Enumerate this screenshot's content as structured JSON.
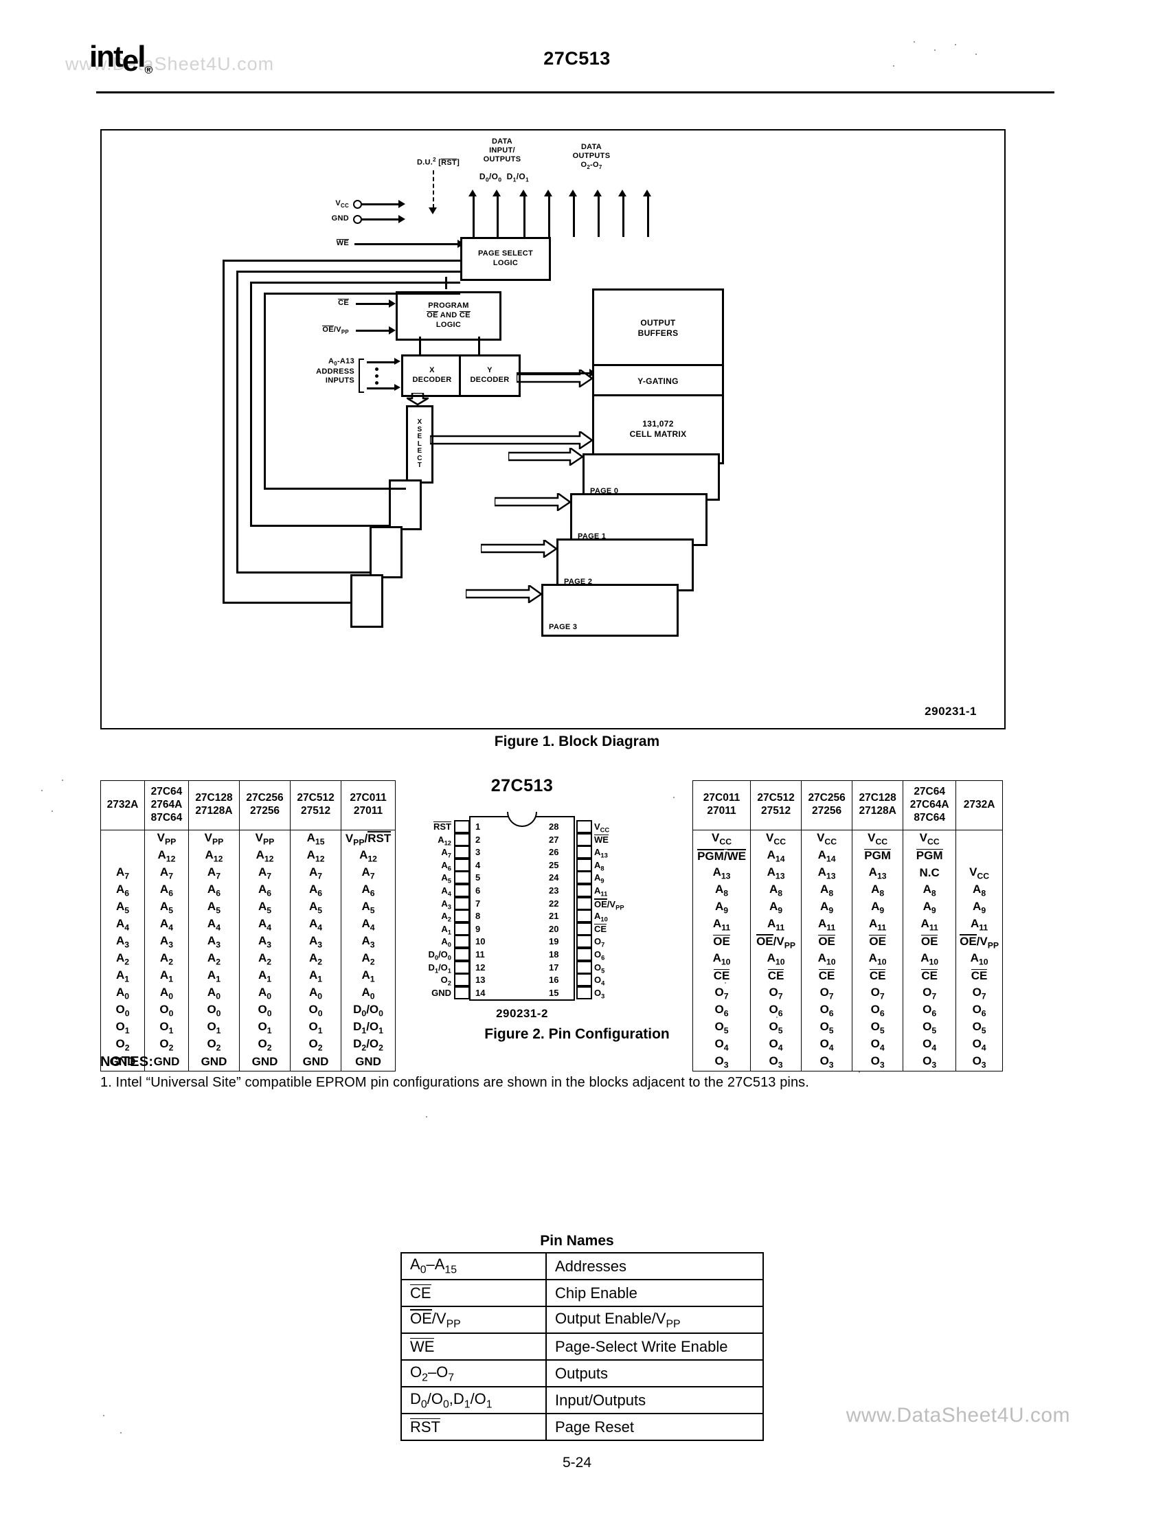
{
  "header": {
    "logo": "intel",
    "logo_mark": "®",
    "title": "27C513",
    "watermark": "www.DataSheet4U.com"
  },
  "figure1": {
    "caption": "Figure 1. Block Diagram",
    "drawing_id": "290231-1",
    "labels": {
      "vcc": "V",
      "vcc_sub": "CC",
      "gnd": "GND",
      "we": "WE",
      "du": "D.U.",
      "du_sup": "2",
      "du_rst": "[RST]",
      "data_io": "DATA\nINPUT/\nOUTPUTS",
      "data_io_l1": "DATA",
      "data_io_l2": "INPUT/",
      "data_io_l3": "OUTPUTS",
      "data_io_pins_a": "D",
      "data_io_pins": "D0/O0  D1/O1",
      "data_out_l1": "DATA",
      "data_out_l2": "OUTPUTS",
      "data_out_l3": "O2-O7",
      "ce": "CE",
      "oe_vpp": "OE/V",
      "oe_vpp_sub": "PP",
      "addr_l1": "A0-A13",
      "addr_l2": "ADDRESS",
      "addr_l3": "INPUTS"
    },
    "blocks": {
      "page_select_logic_l1": "PAGE SELECT",
      "page_select_logic_l2": "LOGIC",
      "program_logic_l1": "PROGRAM",
      "program_logic_l2": "OE AND CE",
      "program_logic_l3": "LOGIC",
      "x_decoder_l1": "X",
      "x_decoder_l2": "DECODER",
      "y_decoder_l1": "Y",
      "y_decoder_l2": "DECODER",
      "output_buffers_l1": "OUTPUT",
      "output_buffers_l2": "BUFFERS",
      "y_gating": "Y-GATING",
      "cell_matrix_l1": "131,072",
      "cell_matrix_l2": "CELL MATRIX",
      "x_select": "XSELECT",
      "page0": "PAGE 0",
      "page1": "PAGE 1",
      "page2": "PAGE 2",
      "page3": "PAGE 3"
    }
  },
  "figure2": {
    "caption": "Figure 2. Pin Configuration",
    "drawing_id": "290231-2",
    "device": "27C513",
    "left_table": {
      "headers": [
        [
          "2732A"
        ],
        [
          "27C64",
          "2764A",
          "87C64"
        ],
        [
          "27C128",
          "27128A"
        ],
        [
          "27C256",
          "27256"
        ],
        [
          "27C512",
          "27512"
        ],
        [
          "27C011",
          "27011"
        ]
      ],
      "rows": [
        [
          "",
          "VPP",
          "VPP",
          "VPP",
          "A15",
          "VPP/RST"
        ],
        [
          "",
          "A12",
          "A12",
          "A12",
          "A12",
          "A12"
        ],
        [
          "A7",
          "A7",
          "A7",
          "A7",
          "A7",
          "A7"
        ],
        [
          "A6",
          "A6",
          "A6",
          "A6",
          "A6",
          "A6"
        ],
        [
          "A5",
          "A5",
          "A5",
          "A5",
          "A5",
          "A5"
        ],
        [
          "A4",
          "A4",
          "A4",
          "A4",
          "A4",
          "A4"
        ],
        [
          "A3",
          "A3",
          "A3",
          "A3",
          "A3",
          "A3"
        ],
        [
          "A2",
          "A2",
          "A2",
          "A2",
          "A2",
          "A2"
        ],
        [
          "A1",
          "A1",
          "A1",
          "A1",
          "A1",
          "A1"
        ],
        [
          "A0",
          "A0",
          "A0",
          "A0",
          "A0",
          "A0"
        ],
        [
          "O0",
          "O0",
          "O0",
          "O0",
          "O0",
          "D0/O0"
        ],
        [
          "O1",
          "O1",
          "O1",
          "O1",
          "O1",
          "D1/O1"
        ],
        [
          "O2",
          "O2",
          "O2",
          "O2",
          "O2",
          "D2/O2"
        ],
        [
          "GND",
          "GND",
          "GND",
          "GND",
          "GND",
          "GND"
        ]
      ]
    },
    "right_table": {
      "headers": [
        [
          "27C011",
          "27011"
        ],
        [
          "27C512",
          "27512"
        ],
        [
          "27C256",
          "27256"
        ],
        [
          "27C128",
          "27128A"
        ],
        [
          "27C64",
          "27C64A",
          "87C64"
        ],
        [
          "2732A"
        ]
      ],
      "rows": [
        [
          "VCC",
          "VCC",
          "VCC",
          "VCC",
          "VCC",
          ""
        ],
        [
          "PGM/WE",
          "A14",
          "A14",
          "PGM",
          "PGM",
          ""
        ],
        [
          "A13",
          "A13",
          "A13",
          "A13",
          "N.C",
          "VCC"
        ],
        [
          "A8",
          "A8",
          "A8",
          "A8",
          "A8",
          "A8"
        ],
        [
          "A9",
          "A9",
          "A9",
          "A9",
          "A9",
          "A9"
        ],
        [
          "A11",
          "A11",
          "A11",
          "A11",
          "A11",
          "A11"
        ],
        [
          "OE",
          "OE/VPP",
          "OE",
          "OE",
          "OE",
          "OE/VPP"
        ],
        [
          "A10",
          "A10",
          "A10",
          "A10",
          "A10",
          "A10"
        ],
        [
          "CE",
          "CE",
          "CE",
          "CE",
          "CE",
          "CE"
        ],
        [
          "O7",
          "O7",
          "O7",
          "O7",
          "O7",
          "O7"
        ],
        [
          "O6",
          "O6",
          "O6",
          "O6",
          "O6",
          "O6"
        ],
        [
          "O5",
          "O5",
          "O5",
          "O5",
          "O5",
          "O5"
        ],
        [
          "O4",
          "O4",
          "O4",
          "O4",
          "O4",
          "O4"
        ],
        [
          "O3",
          "O3",
          "O3",
          "O3",
          "O3",
          "O3"
        ]
      ]
    },
    "dip": {
      "left_pins": [
        {
          "num": "1",
          "label": "RST",
          "over": true
        },
        {
          "num": "2",
          "label": "A12"
        },
        {
          "num": "3",
          "label": "A7"
        },
        {
          "num": "4",
          "label": "A6"
        },
        {
          "num": "5",
          "label": "A5"
        },
        {
          "num": "6",
          "label": "A4"
        },
        {
          "num": "7",
          "label": "A3"
        },
        {
          "num": "8",
          "label": "A2"
        },
        {
          "num": "9",
          "label": "A1"
        },
        {
          "num": "10",
          "label": "A0"
        },
        {
          "num": "11",
          "label": "D0/O0"
        },
        {
          "num": "12",
          "label": "D1/O1"
        },
        {
          "num": "13",
          "label": "O2"
        },
        {
          "num": "14",
          "label": "GND"
        }
      ],
      "right_pins": [
        {
          "num": "28",
          "label": "VCC"
        },
        {
          "num": "27",
          "label": "WE",
          "over": true
        },
        {
          "num": "26",
          "label": "A13"
        },
        {
          "num": "25",
          "label": "A8"
        },
        {
          "num": "24",
          "label": "A9"
        },
        {
          "num": "23",
          "label": "A11"
        },
        {
          "num": "22",
          "label": "OE/VPP",
          "over": true
        },
        {
          "num": "21",
          "label": "A10"
        },
        {
          "num": "20",
          "label": "CE",
          "over": true
        },
        {
          "num": "19",
          "label": "O7"
        },
        {
          "num": "18",
          "label": "O6"
        },
        {
          "num": "17",
          "label": "O5"
        },
        {
          "num": "16",
          "label": "O4"
        },
        {
          "num": "15",
          "label": "O3"
        }
      ]
    }
  },
  "notes": {
    "heading": "NOTES:",
    "item1": "1. Intel “Universal Site” compatible EPROM pin configurations are shown in the blocks adjacent to the 27C513 pins."
  },
  "pin_names": {
    "title": "Pin Names",
    "rows": [
      {
        "pin": "A0–A15",
        "desc": "Addresses"
      },
      {
        "pin": "CE",
        "desc": "Chip Enable"
      },
      {
        "pin": "OE/VPP",
        "desc": "Output Enable/VPP"
      },
      {
        "pin": "WE",
        "desc": "Page-Select Write Enable"
      },
      {
        "pin": "O2–O7",
        "desc": "Outputs"
      },
      {
        "pin": "D0/O0,D1/O1",
        "desc": "Input/Outputs"
      },
      {
        "pin": "RST",
        "desc": "Page Reset"
      }
    ]
  },
  "footer": {
    "page_number": "5-24",
    "watermark": "www.DataSheet4U.com"
  }
}
